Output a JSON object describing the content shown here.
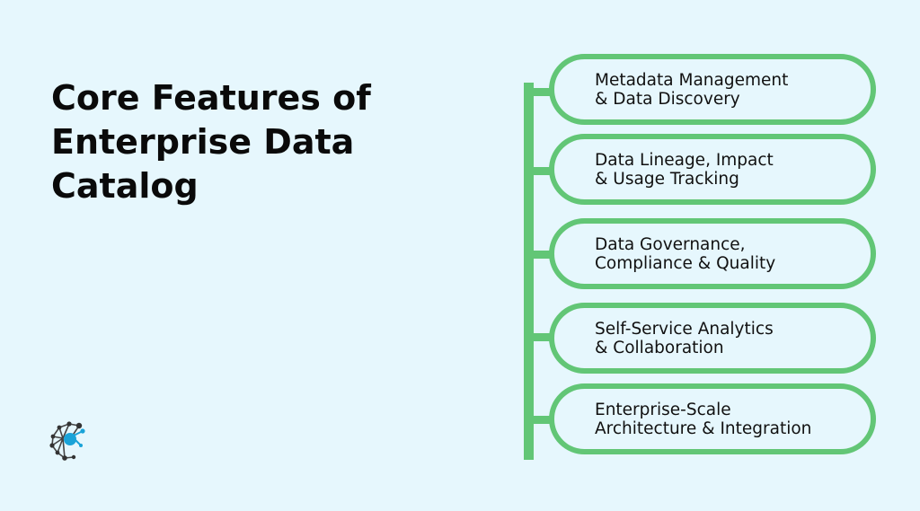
{
  "title": {
    "lines": [
      "Core Features of",
      "Enterprise Data",
      "Catalog"
    ]
  },
  "features": [
    {
      "line1": "Metadata Management",
      "line2": "& Data Discovery"
    },
    {
      "line1": "Data Lineage, Impact",
      "line2": "& Usage Tracking"
    },
    {
      "line1": "Data Governance,",
      "line2": "Compliance & Quality"
    },
    {
      "line1": "Self-Service Analytics",
      "line2": "& Collaboration"
    },
    {
      "line1": "Enterprise-Scale",
      "line2": "Architecture & Integration"
    }
  ],
  "colors": {
    "background": "#e6f7fd",
    "accent_green": "#62c676",
    "logo_blue": "#1aa3d8",
    "logo_dark": "#333333"
  },
  "logo": {
    "icon": "network-c-logo-icon"
  }
}
